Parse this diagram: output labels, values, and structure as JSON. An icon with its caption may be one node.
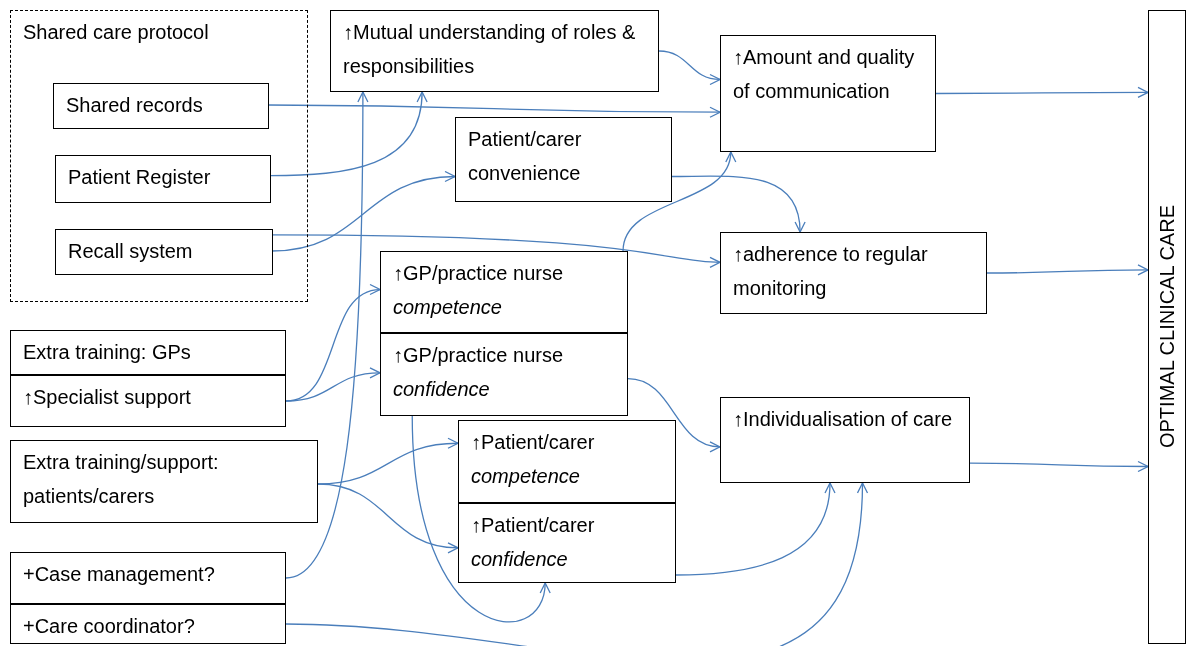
{
  "diagram": {
    "nodes": [
      {
        "text": [
          "Shared care protocol"
        ]
      },
      {
        "text": [
          "Shared records"
        ],
        "in": 0
      },
      {
        "text": [
          "Patient Register"
        ],
        "in": 0
      },
      {
        "text": [
          "Recall system"
        ],
        "in": 0
      },
      {
        "text": [
          "↑Mutual understanding of roles & responsibilities"
        ]
      },
      {
        "text": [
          "↑Amount and quality of communication"
        ]
      },
      {
        "text": [
          "Patient/carer convenience"
        ]
      },
      {
        "text": [
          "↑adherence to regular monitoring"
        ]
      },
      {
        "text": [
          "↑GP/practice nurse *competence*"
        ]
      },
      {
        "text": [
          "↑GP/practice nurse *confidence*"
        ]
      },
      {
        "text": [
          "Extra training: GPs"
        ]
      },
      {
        "text": [
          "↑Specialist support"
        ]
      },
      {
        "text": [
          "↑Individualisation of care"
        ]
      },
      {
        "text": [
          "Extra training/support: patients/carers"
        ]
      },
      {
        "text": [
          "↑Patient/carer *competence*"
        ]
      },
      {
        "text": [
          "↑Patient/carer *confidence*"
        ]
      },
      {
        "text": [
          "+Case management?"
        ]
      },
      {
        "text": [
          "+Care coordinator?"
        ]
      },
      {
        "text": [
          "OPTIMAL CLINICAL CARE"
        ]
      }
    ],
    "edges": [
      {
        "from": 1,
        "to": 5,
        "arrow": "to"
      },
      {
        "from": 2,
        "to": 4,
        "arrow": "to"
      },
      {
        "from": 3,
        "to": 6,
        "arrow": "to"
      },
      {
        "from": 3,
        "to": 7,
        "arrow": "to"
      },
      {
        "from": 16,
        "to": 4,
        "arrow": "to"
      },
      {
        "from": 4,
        "to": 5,
        "arrow": "to"
      },
      {
        "from": 6,
        "to": 7,
        "arrow": "to"
      },
      {
        "from": 8,
        "to": 5,
        "arrow": "to"
      },
      {
        "from": 11,
        "to": 8,
        "arrow": "to"
      },
      {
        "from": 11,
        "to": 9,
        "arrow": "to"
      },
      {
        "from": 9,
        "to": 12,
        "arrow": "to"
      },
      {
        "from": 9,
        "to": 15,
        "arrow": "to"
      },
      {
        "from": 13,
        "to": 14,
        "arrow": "to"
      },
      {
        "from": 13,
        "to": 15,
        "arrow": "to"
      },
      {
        "from": 15,
        "to": 12,
        "arrow": "to"
      },
      {
        "from": 17,
        "to": 12,
        "arrow": "to"
      },
      {
        "from": 5,
        "to": 18,
        "arrow": "to"
      },
      {
        "from": 7,
        "to": 18,
        "arrow": "to"
      },
      {
        "from": 12,
        "to": 18,
        "arrow": "to"
      }
    ]
  }
}
